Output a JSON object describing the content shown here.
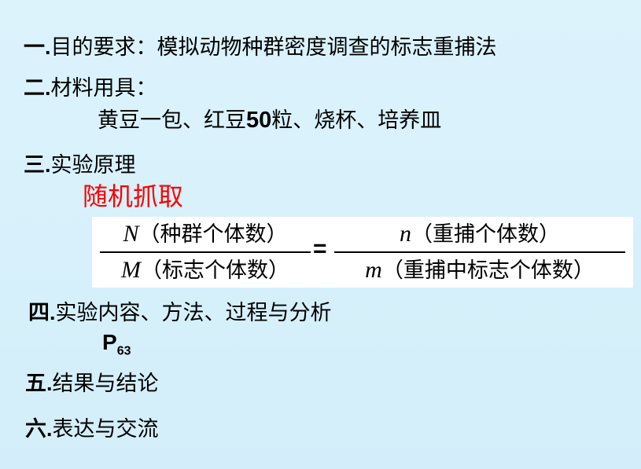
{
  "s1": {
    "num": "一.",
    "text": "目的要求：模拟动物种群密度调查的标志重捕法"
  },
  "s2": {
    "num": "二.",
    "text": "材料用具：",
    "items": "黄豆一包、红豆",
    "count": "50",
    "items_rest": "粒、烧杯、培养皿"
  },
  "s3": {
    "num": "三.",
    "text": "实验原理",
    "highlight": "随机抓取",
    "formula": {
      "left_num_var": "N",
      "left_num": "（种群个体数）",
      "left_den_var": "M",
      "left_den": "（标志个体数）",
      "eq": "=",
      "right_num_var": "n",
      "right_num": "（重捕个体数）",
      "right_den_var": "m",
      "right_den": "（重捕中标志个体数）"
    }
  },
  "s4": {
    "num": "四.",
    "text": "实验内容、方法、过程与分析",
    "page": "P",
    "page_sub": "63"
  },
  "s5": {
    "num": "五.",
    "text": "结果与结论"
  },
  "s6": {
    "num": "六.",
    "text": "表达与交流"
  }
}
